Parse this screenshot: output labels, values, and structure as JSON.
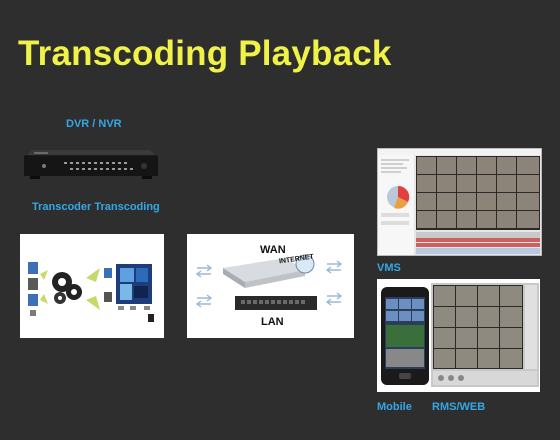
{
  "title": "Transcoding Playback",
  "labels": {
    "dvr_nvr": "DVR / NVR",
    "transcoder": "Transcoder Transcoding",
    "vms": "VMS",
    "mobile": "Mobile",
    "rms_web": "RMS/WEB"
  },
  "network": {
    "wan": "WAN",
    "internet": "INTERNET",
    "lan": "LAN"
  },
  "colors": {
    "background": "#2e2e2e",
    "title": "#f0f24a",
    "label": "#35a7e6"
  }
}
